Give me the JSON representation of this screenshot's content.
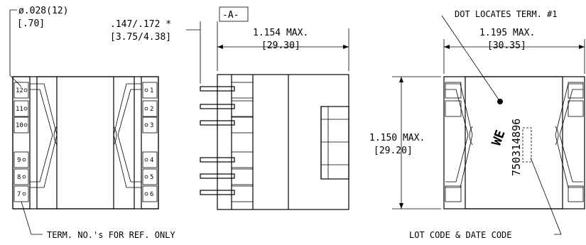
{
  "labels": {
    "pin_dia": "ø.028(12)",
    "pin_dia_mm": "[.70]",
    "standoff": ".147/.172 *",
    "standoff_mm": "[3.75/4.38]",
    "datum": "-A-",
    "side_width": "1.154 MAX.",
    "side_width_mm": "[29.30]",
    "dot_note": "DOT LOCATES TERM. #1",
    "top_width": "1.195 MAX.",
    "top_width_mm": "[30.35]",
    "height": "1.150 MAX.",
    "height_mm": "[29.20]",
    "term_note": "TERM. NO.'s FOR REF. ONLY",
    "lot_note": "LOT CODE & DATE CODE",
    "part_number": "750314896",
    "logo": "WE"
  },
  "left_pins": [
    "12",
    "11",
    "10",
    "9",
    "8",
    "7"
  ],
  "right_pins": [
    "1",
    "2",
    "3",
    "4",
    "5",
    "6"
  ]
}
